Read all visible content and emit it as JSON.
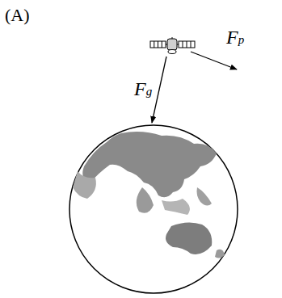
{
  "diagram": {
    "labels": [
      "(A)",
      "Fg",
      "Fp"
    ]
  }
}
